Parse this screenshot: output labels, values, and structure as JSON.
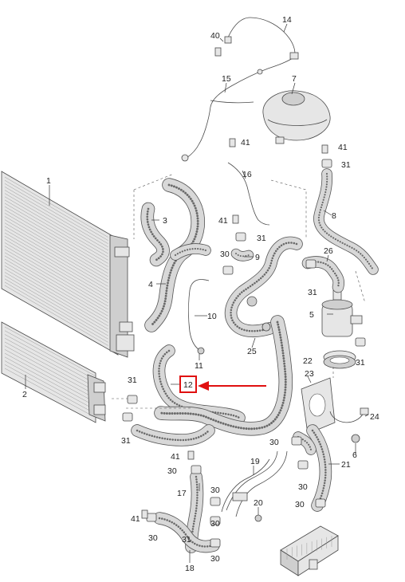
{
  "callouts": [
    {
      "id": "c1",
      "text": "1"
    },
    {
      "id": "c2",
      "text": "2"
    },
    {
      "id": "c3",
      "text": "3"
    },
    {
      "id": "c4",
      "text": "4"
    },
    {
      "id": "c5",
      "text": "5"
    },
    {
      "id": "c6",
      "text": "6"
    },
    {
      "id": "c7",
      "text": "7"
    },
    {
      "id": "c8",
      "text": "8"
    },
    {
      "id": "c9",
      "text": "9"
    },
    {
      "id": "c10",
      "text": "10"
    },
    {
      "id": "c11",
      "text": "11"
    },
    {
      "id": "c12",
      "text": "12"
    },
    {
      "id": "c14",
      "text": "14"
    },
    {
      "id": "c15",
      "text": "15"
    },
    {
      "id": "c16",
      "text": "16"
    },
    {
      "id": "c17",
      "text": "17"
    },
    {
      "id": "c18",
      "text": "18"
    },
    {
      "id": "c19",
      "text": "19"
    },
    {
      "id": "c20",
      "text": "20"
    },
    {
      "id": "c21",
      "text": "21"
    },
    {
      "id": "c22",
      "text": "22"
    },
    {
      "id": "c23",
      "text": "23"
    },
    {
      "id": "c24",
      "text": "24"
    },
    {
      "id": "c25",
      "text": "25"
    },
    {
      "id": "c26",
      "text": "26"
    },
    {
      "id": "c30a",
      "text": "30"
    },
    {
      "id": "c30b",
      "text": "30"
    },
    {
      "id": "c30c",
      "text": "30"
    },
    {
      "id": "c30d",
      "text": "30"
    },
    {
      "id": "c30e",
      "text": "30"
    },
    {
      "id": "c30f",
      "text": "30"
    },
    {
      "id": "c30g",
      "text": "30"
    },
    {
      "id": "c30h",
      "text": "30"
    },
    {
      "id": "c30i",
      "text": "30"
    },
    {
      "id": "c31a",
      "text": "31"
    },
    {
      "id": "c31b",
      "text": "31"
    },
    {
      "id": "c31c",
      "text": "31"
    },
    {
      "id": "c31d",
      "text": "31"
    },
    {
      "id": "c31e",
      "text": "31"
    },
    {
      "id": "c31f",
      "text": "31"
    },
    {
      "id": "c31g",
      "text": "31"
    },
    {
      "id": "c40",
      "text": "40"
    },
    {
      "id": "c41a",
      "text": "41"
    },
    {
      "id": "c41b",
      "text": "41"
    },
    {
      "id": "c41c",
      "text": "41"
    },
    {
      "id": "c41d",
      "text": "41"
    },
    {
      "id": "c41e",
      "text": "41"
    }
  ],
  "highlight": {
    "target": "12",
    "box_color": "#e01010",
    "arrow_color": "#e01010"
  },
  "colors": {
    "line": "#333333",
    "hose_fill": "#d8d8d8",
    "background": "#ffffff"
  }
}
